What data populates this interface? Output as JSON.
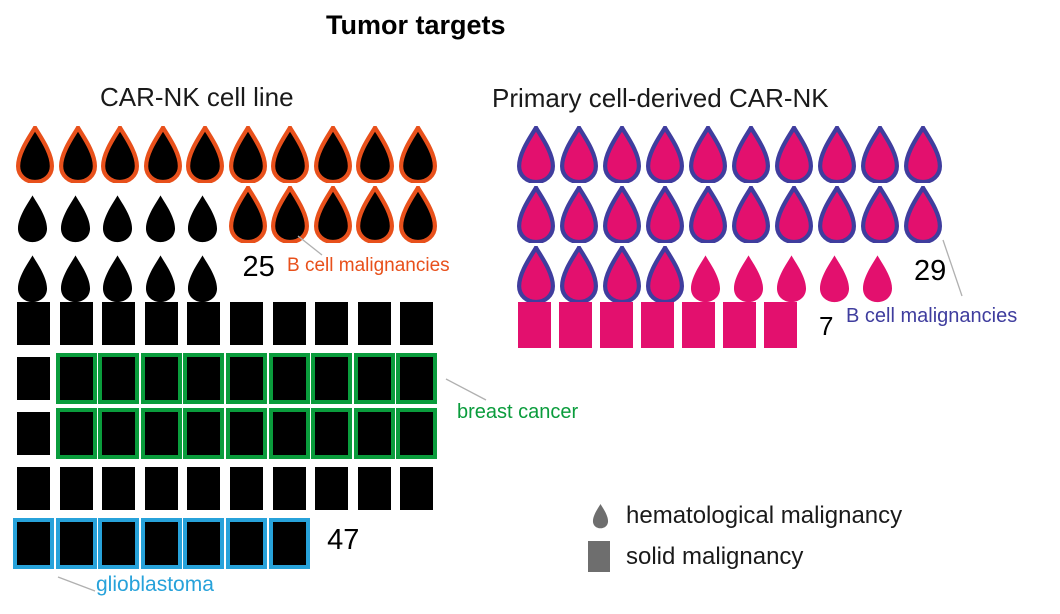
{
  "title": "Tumor targets",
  "chart_data": {
    "type": "pictogram",
    "icon_meanings": {
      "drop": "hematological malignancy",
      "square": "solid malignancy"
    },
    "panels": [
      {
        "key": "left",
        "title": "CAR-NK cell line",
        "drops": {
          "total": 25,
          "count_label": "25",
          "fill": "#000000",
          "outline_color": "#E8501B",
          "outline_meaning": "B cell malignancies",
          "outlined_count": 15,
          "rows": [
            "OOOOOOOOOO",
            "PPPPPOOOOO",
            "PPPPP"
          ]
        },
        "squares": {
          "total": 47,
          "count_label": "47",
          "fill": "#000000",
          "rows": [
            "PPPPPPPPPP",
            "PGGGGGGGGG",
            "PGGGGGGGGG",
            "PPPPPPPPPP",
            "BBBBBBB"
          ],
          "outline_classes": {
            "G": {
              "color": "#0A9C3C",
              "meaning": "breast cancer",
              "count": 18
            },
            "B": {
              "color": "#27A2DA",
              "meaning": "glioblastoma",
              "count": 7
            }
          }
        }
      },
      {
        "key": "right",
        "title": "Primary cell-derived CAR-NK",
        "drops": {
          "total": 29,
          "count_label": "29",
          "fill": "#E3106E",
          "outline_color": "#3F3D9E",
          "outline_meaning": "B cell malignancies",
          "outlined_count": 24,
          "rows": [
            "OOOOOOOOOO",
            "OOOOOOOOOO",
            "OOOOPPPPP"
          ]
        },
        "squares": {
          "total": 7,
          "count_label": "7",
          "fill": "#E3106E",
          "rows": [
            "PPPPPPP"
          ]
        }
      }
    ],
    "annotations": [
      {
        "id": "bcell-left",
        "text": "B cell malignancies",
        "color": "#E8501B"
      },
      {
        "id": "breast",
        "text": "breast cancer",
        "color": "#0A9C3C"
      },
      {
        "id": "glio",
        "text": "glioblastoma",
        "color": "#27A2DA"
      },
      {
        "id": "bcell-right",
        "text": "B cell malignancies",
        "color": "#3F3D9E"
      }
    ],
    "legend": {
      "color": "#6E6E6E",
      "items": [
        {
          "shape": "drop",
          "label": "hematological malignancy"
        },
        {
          "shape": "square",
          "label": "solid malignancy"
        }
      ]
    }
  }
}
